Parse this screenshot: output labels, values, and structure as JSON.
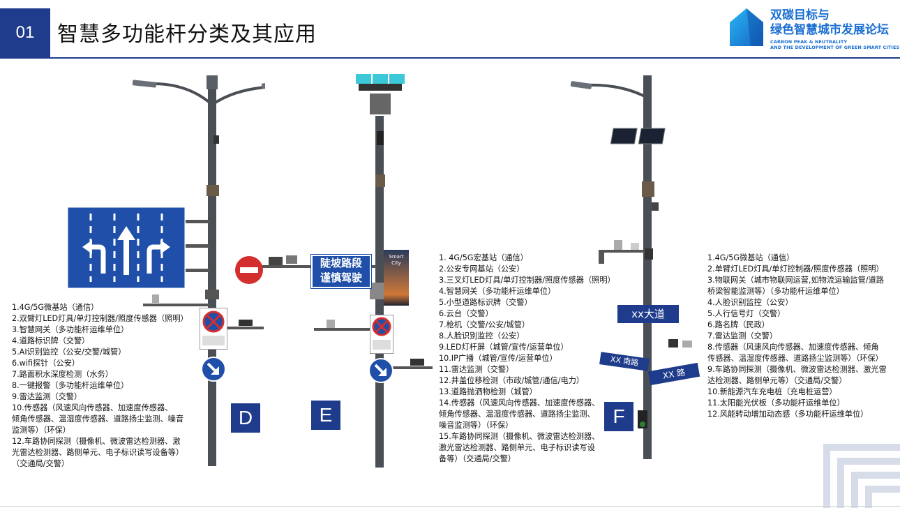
{
  "header": {
    "number": "01",
    "title": "智慧多功能杆分类及其应用",
    "logo_cn_line1": "双碳目标与",
    "logo_cn_line2": "绿色智慧城市发展论坛",
    "logo_en_line1": "CARBON PEAK & NEUTRALITY",
    "logo_en_line2": "AND THE DEVELOPMENT OF GREEN SMART CITIES"
  },
  "poles": {
    "d": {
      "letter": "D",
      "sign_text": "",
      "items": [
        "1.4G/5G微基站（通信）",
        "2.双臂灯LED灯具/单灯控制器/照度传感器（照明）",
        "3.智慧网关（多功能杆运维单位）",
        "4.道路标识牌（交警）",
        "5.AI识别监控（公安/交警/城管）",
        "6.wifi探针（公安）",
        "7.路面积水深度检测（水务）",
        "8.一键报警（多功能杆运维单位）",
        "9.雷达监测（交警）",
        "10.传感器（风速风向传感器、加速度传感器、",
        "倾角传感器、温湿度传感器、道路扬尘监测、噪音",
        "监测等）（环保）",
        "12.车路协同探测（摄像机、微波雷达检测器、激",
        "光雷达检测器、路侧单元、电子标识读写设备等）",
        "（交通局/交警）"
      ]
    },
    "e": {
      "letter": "E",
      "sign_line1": "陡坡路段",
      "sign_line2": "谨慎驾驶",
      "screen_line1": "Smart",
      "screen_line2": "City",
      "items": [
        "1. 4G/5G宏基站（通信）",
        "2.公安专网基站（公安）",
        "3.三叉灯LED灯具/单灯控制器/照度传感器（照明）",
        "4.智慧网关（多功能杆运维单位）",
        "5.小型道路标识牌（交警）",
        "6.云台（交警）",
        "7.枪机（交警/公安/城管）",
        "8.人脸识别监控（公安）",
        "9.LED灯杆屏（城管/宣传/运营单位）",
        "10.IP广播（城管/宣传/运营单位）",
        "11.雷达监测（交警）",
        "12.井盖位移检测（市政/城管/通信/电力）",
        "13.道路抛洒物检测（城管）",
        "14.传感器（风速风向传感器、加速度传感器、",
        "倾角传感器、温湿度传感器、道路扬尘监测、",
        "噪音监测等）（环保）",
        "15.车路协同探测（摄像机、微波雷达检测器、",
        "激光雷达检测器、路侧单元、电子标识读写设",
        "备等）（交通局/交警）"
      ]
    },
    "f": {
      "letter": "F",
      "road_sign": "xx大道",
      "street1": "XX 南路",
      "street2": "XX 路",
      "items": [
        "1.4G/5G微基站（通信）",
        "2.单臂灯LED灯具/单灯控制器/照度传感器（照明）",
        "3.物联网关（城市物联网运营,如物流运输监管/道路",
        "桥梁智能监测等）（多功能杆运维单位）",
        "4.人脸识别监控（公安）",
        "5.人行信号灯（交警）",
        "6.路名牌（民政）",
        "7.雷达监测（交警）",
        "8.传感器（风速风向传感器、加速度传感器、倾角",
        "传感器、温湿度传感器、道路扬尘监测等）（环保）",
        "9.车路协同探测（摄像机、微波雷达检测器、激光雷",
        "达检测器、路侧单元等）（交通局/交警）",
        "10.新能源汽车充电桩（充电桩运营）",
        "11.太阳能光伏板（多功能杆运维单位）",
        "12.风能转动增加动态感（多功能杆运维单位）"
      ]
    }
  },
  "colors": {
    "accent": "#1f3c8c",
    "logo": "#1a6fd2",
    "pole": "#4a4e55",
    "sign_blue": "#1f4fa8"
  }
}
